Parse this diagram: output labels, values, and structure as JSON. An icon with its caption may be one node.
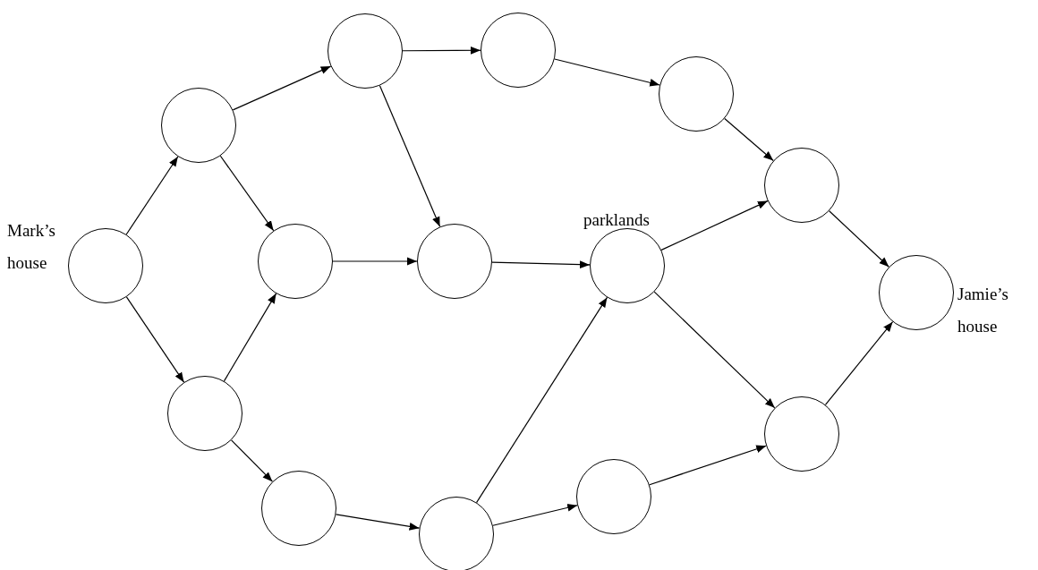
{
  "diagram": {
    "nodes": [
      {
        "text": [],
        "shape": "circle",
        "beside": [
          "Mark’s house"
        ]
      },
      {
        "text": [],
        "shape": "circle"
      },
      {
        "text": [],
        "shape": "circle"
      },
      {
        "text": [],
        "shape": "circle"
      },
      {
        "text": [],
        "shape": "circle"
      },
      {
        "text": [],
        "shape": "circle"
      },
      {
        "text": [],
        "shape": "circle"
      },
      {
        "text": [],
        "shape": "circle",
        "beside": [
          "parklands"
        ]
      },
      {
        "text": [],
        "shape": "circle"
      },
      {
        "text": [],
        "shape": "circle",
        "beside": [
          "Jamie’s house"
        ]
      },
      {
        "text": [],
        "shape": "circle"
      },
      {
        "text": [],
        "shape": "circle"
      },
      {
        "text": [],
        "shape": "circle"
      },
      {
        "text": [],
        "shape": "circle"
      },
      {
        "text": [],
        "shape": "circle"
      }
    ],
    "edges": [
      {
        "from": 0,
        "to": 1,
        "arrow": "to"
      },
      {
        "from": 0,
        "to": 10,
        "arrow": "to"
      },
      {
        "from": 1,
        "to": 2,
        "arrow": "to"
      },
      {
        "from": 1,
        "to": 5,
        "arrow": "to"
      },
      {
        "from": 2,
        "to": 3,
        "arrow": "to"
      },
      {
        "from": 2,
        "to": 6,
        "arrow": "to"
      },
      {
        "from": 3,
        "to": 4,
        "arrow": "to"
      },
      {
        "from": 4,
        "to": 8,
        "arrow": "to"
      },
      {
        "from": 5,
        "to": 6,
        "arrow": "to"
      },
      {
        "from": 6,
        "to": 7,
        "arrow": "to"
      },
      {
        "from": 7,
        "to": 8,
        "arrow": "to"
      },
      {
        "from": 7,
        "to": 14,
        "arrow": "to"
      },
      {
        "from": 8,
        "to": 9,
        "arrow": "to"
      },
      {
        "from": 10,
        "to": 5,
        "arrow": "to"
      },
      {
        "from": 10,
        "to": 11,
        "arrow": "to"
      },
      {
        "from": 11,
        "to": 12,
        "arrow": "to"
      },
      {
        "from": 12,
        "to": 7,
        "arrow": "to"
      },
      {
        "from": 12,
        "to": 13,
        "arrow": "to"
      },
      {
        "from": 13,
        "to": 14,
        "arrow": "to"
      },
      {
        "from": 14,
        "to": 9,
        "arrow": "to"
      }
    ]
  }
}
